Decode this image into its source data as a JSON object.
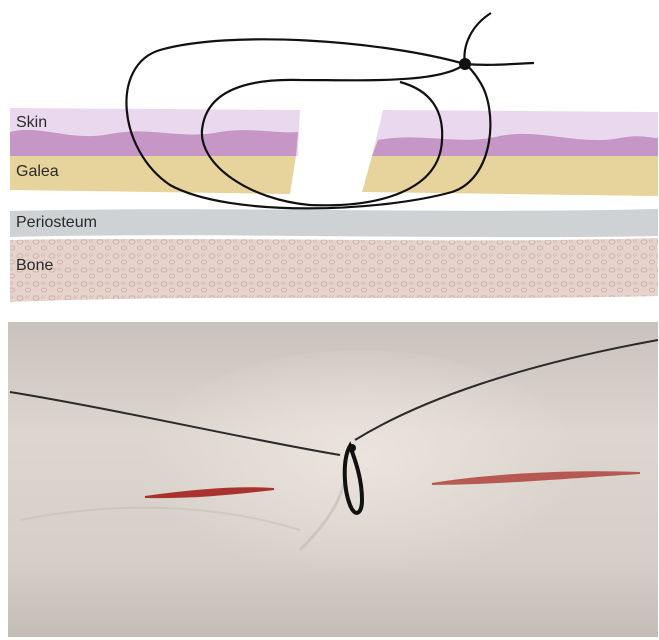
{
  "diagram": {
    "labels": {
      "skin": "Skin",
      "galea": "Galea",
      "periosteum": "Periosteum",
      "bone": "Bone"
    },
    "colors": {
      "skin_light": "#ead9ee",
      "skin_dark": "#c596c6",
      "galea": "#e7d39c",
      "periosteum": "#cfd2d4",
      "bone": "#e6d3cc",
      "suture": "#111111",
      "photo_skin": "#d9d2cb",
      "wound": "#a8332e"
    }
  },
  "photo": {}
}
